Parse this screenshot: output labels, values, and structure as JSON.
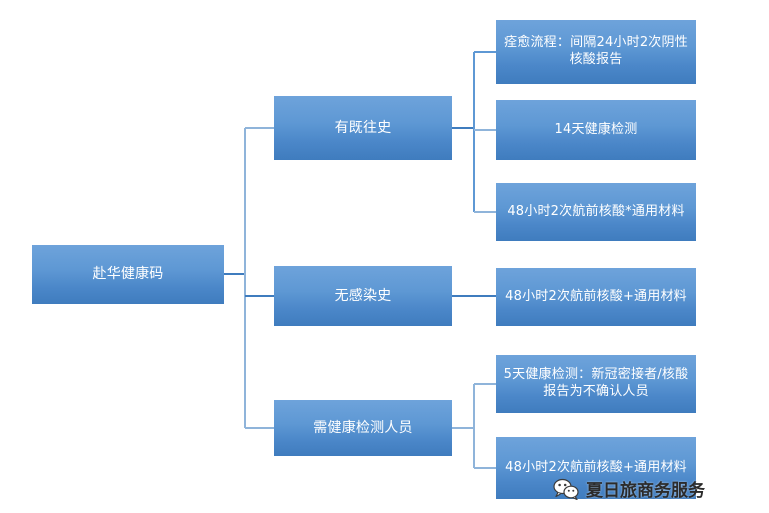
{
  "diagram": {
    "type": "tree-flowchart",
    "root": {
      "label": "赴华健康码"
    },
    "branches": [
      {
        "label": "有既往史",
        "children": [
          {
            "label": "痊愈流程：间隔24小时2次阴性核酸报告"
          },
          {
            "label": "14天健康检测"
          },
          {
            "label": "48小时2次航前核酸*通用材料"
          }
        ]
      },
      {
        "label": "无感染史",
        "children": [
          {
            "label": "48小时2次航前核酸+通用材料"
          }
        ]
      },
      {
        "label": "需健康检测人员",
        "children": [
          {
            "label": "5天健康检测：新冠密接者/核酸报告为不确认人员"
          },
          {
            "label": "48小时2次航前核酸+通用材料"
          }
        ]
      }
    ]
  },
  "watermark": {
    "icon": "wechat-icon",
    "text": "夏日旅商务服务"
  },
  "colors": {
    "box_top": "#6ea3db",
    "box_bottom": "#3f7cbe",
    "connector": "#8fb4da",
    "connector_dark": "#3f7cbe",
    "text": "#ffffff",
    "background": "#ffffff"
  }
}
